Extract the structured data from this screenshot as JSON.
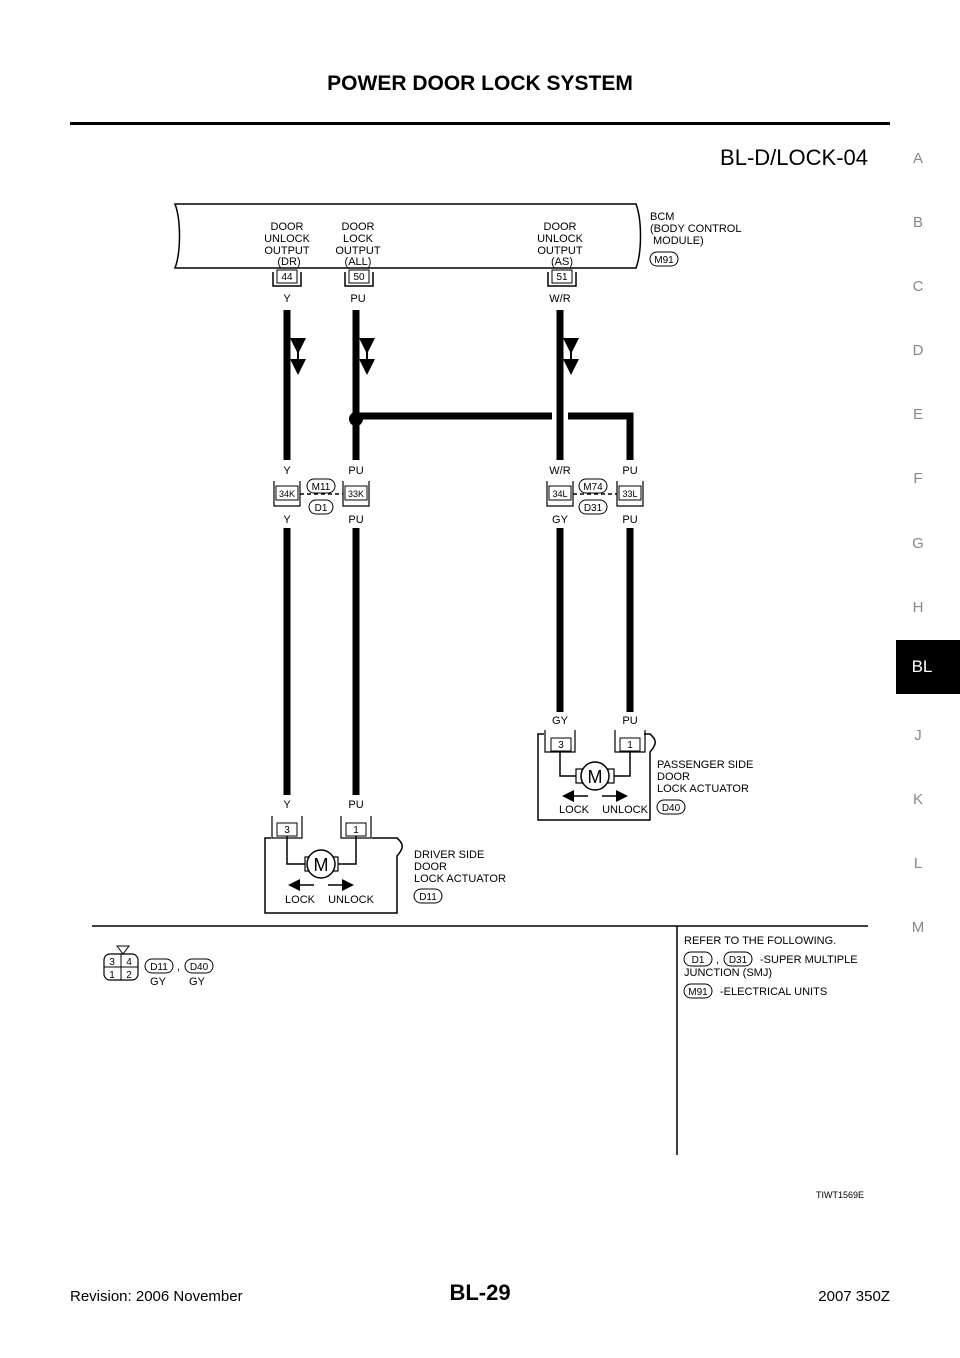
{
  "header": {
    "title": "POWER DOOR LOCK SYSTEM",
    "diagram_code": "BL-D/LOCK-04"
  },
  "side_tabs": {
    "letters": [
      "A",
      "B",
      "C",
      "D",
      "E",
      "F",
      "G",
      "H",
      "J",
      "K",
      "L",
      "M"
    ],
    "active": "BL"
  },
  "bcm": {
    "name_lines": [
      "BCM",
      "(BODY CONTROL",
      "MODULE)"
    ],
    "connector": "M91",
    "outputs": [
      {
        "lines": [
          "DOOR",
          "UNLOCK",
          "OUTPUT",
          "(DR)"
        ],
        "terminal": "44",
        "wire": "Y"
      },
      {
        "lines": [
          "DOOR",
          "LOCK",
          "OUTPUT",
          "(ALL)"
        ],
        "terminal": "50",
        "wire": "PU"
      },
      {
        "lines": [
          "DOOR",
          "UNLOCK",
          "OUTPUT",
          "(AS)"
        ],
        "terminal": "51",
        "wire": "W/R"
      }
    ]
  },
  "junctions": {
    "left": {
      "top_connector": "M11",
      "bottom_connector": "D1",
      "pins": [
        {
          "id": "34K",
          "above": "Y",
          "below": "Y"
        },
        {
          "id": "33K",
          "above": "PU",
          "below": "PU"
        }
      ]
    },
    "right": {
      "top_connector": "M74",
      "bottom_connector": "D31",
      "pins": [
        {
          "id": "34L",
          "above": "W/R",
          "below": "GY"
        },
        {
          "id": "33L",
          "above": "PU",
          "below": "PU"
        }
      ]
    }
  },
  "passenger_actuator": {
    "name_lines": [
      "PASSENGER SIDE",
      "DOOR",
      "LOCK ACTUATOR"
    ],
    "connector": "D40",
    "pins": [
      {
        "id": "3",
        "wire": "GY"
      },
      {
        "id": "1",
        "wire": "PU"
      }
    ],
    "motor": "M",
    "lock": "LOCK",
    "unlock": "UNLOCK"
  },
  "driver_actuator": {
    "name_lines": [
      "DRIVER SIDE",
      "DOOR",
      "LOCK ACTUATOR"
    ],
    "connector": "D11",
    "pins": [
      {
        "id": "3",
        "wire": "Y"
      },
      {
        "id": "1",
        "wire": "PU"
      }
    ],
    "motor": "M",
    "lock": "LOCK",
    "unlock": "UNLOCK"
  },
  "connector_legend": {
    "pins": [
      "3",
      "4",
      "1",
      "2"
    ],
    "connectors": [
      "D11",
      "D40"
    ],
    "separator": ",",
    "colors": [
      "GY",
      "GY"
    ]
  },
  "reference": {
    "heading": "REFER TO THE FOLLOWING.",
    "items": [
      {
        "connectors": [
          "D1",
          "D31"
        ],
        "separator": ",",
        "desc_lines": [
          "-SUPER MULTIPLE",
          "JUNCTION (SMJ)"
        ]
      },
      {
        "connectors": [
          "M91"
        ],
        "desc_lines": [
          "-ELECTRICAL UNITS"
        ]
      }
    ]
  },
  "photo_code": "TIWT1569E",
  "footer": {
    "revision": "Revision: 2006 November",
    "page": "BL-29",
    "model": "2007 350Z"
  }
}
